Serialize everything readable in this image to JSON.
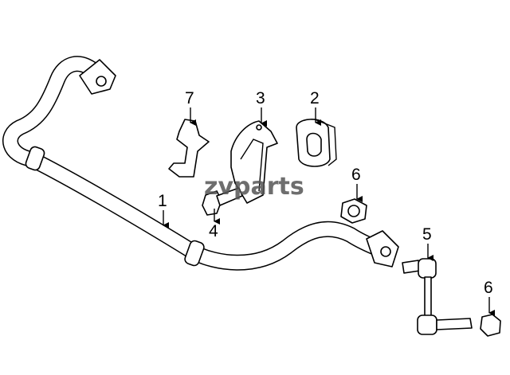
{
  "diagram": {
    "watermark": "zvparts",
    "callouts": [
      {
        "id": "callout-1",
        "label": "1",
        "part": "stabilizer-bar"
      },
      {
        "id": "callout-2",
        "label": "2",
        "part": "bushing"
      },
      {
        "id": "callout-3",
        "label": "3",
        "part": "bushing-bracket"
      },
      {
        "id": "callout-4",
        "label": "4",
        "part": "bolt"
      },
      {
        "id": "callout-5",
        "label": "5",
        "part": "stabilizer-link"
      },
      {
        "id": "callout-6a",
        "label": "6",
        "part": "nut"
      },
      {
        "id": "callout-6b",
        "label": "6",
        "part": "nut"
      },
      {
        "id": "callout-7",
        "label": "7",
        "part": "bracket"
      }
    ]
  }
}
